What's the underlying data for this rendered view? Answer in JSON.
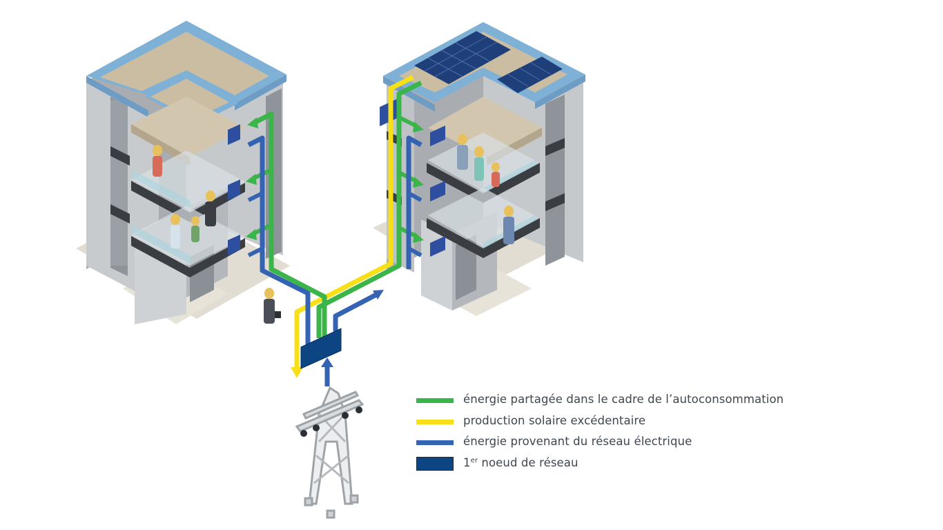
{
  "legend": [
    {
      "kind": "line",
      "color": "#3bb54a",
      "label": "énergie partagée dans le cadre de l’autoconsommation"
    },
    {
      "kind": "line",
      "color": "#f7e017",
      "label": "production solaire excédentaire"
    },
    {
      "kind": "line",
      "color": "#3563b3",
      "label": "énergie provenant du réseau électrique"
    },
    {
      "kind": "box",
      "color": "#0c4582",
      "label_main": "1",
      "label_sup": "er",
      "label_rest": " noeud de réseau"
    }
  ],
  "colors": {
    "shared_energy": "#3bb54a",
    "solar_surplus": "#f7e017",
    "grid_energy": "#3563b3",
    "network_node": "#0c4582",
    "roof_frame": "#7fb0d6",
    "roof_top": "#cbbda2",
    "wall_front": "#c6c9cc",
    "wall_side": "#a9adb1",
    "solar_panel": "#1f3f7a"
  },
  "icons": [
    "left-building",
    "right-building",
    "solar-panels",
    "electric-meter-icon",
    "network-node",
    "power-pylon",
    "person-icon"
  ]
}
